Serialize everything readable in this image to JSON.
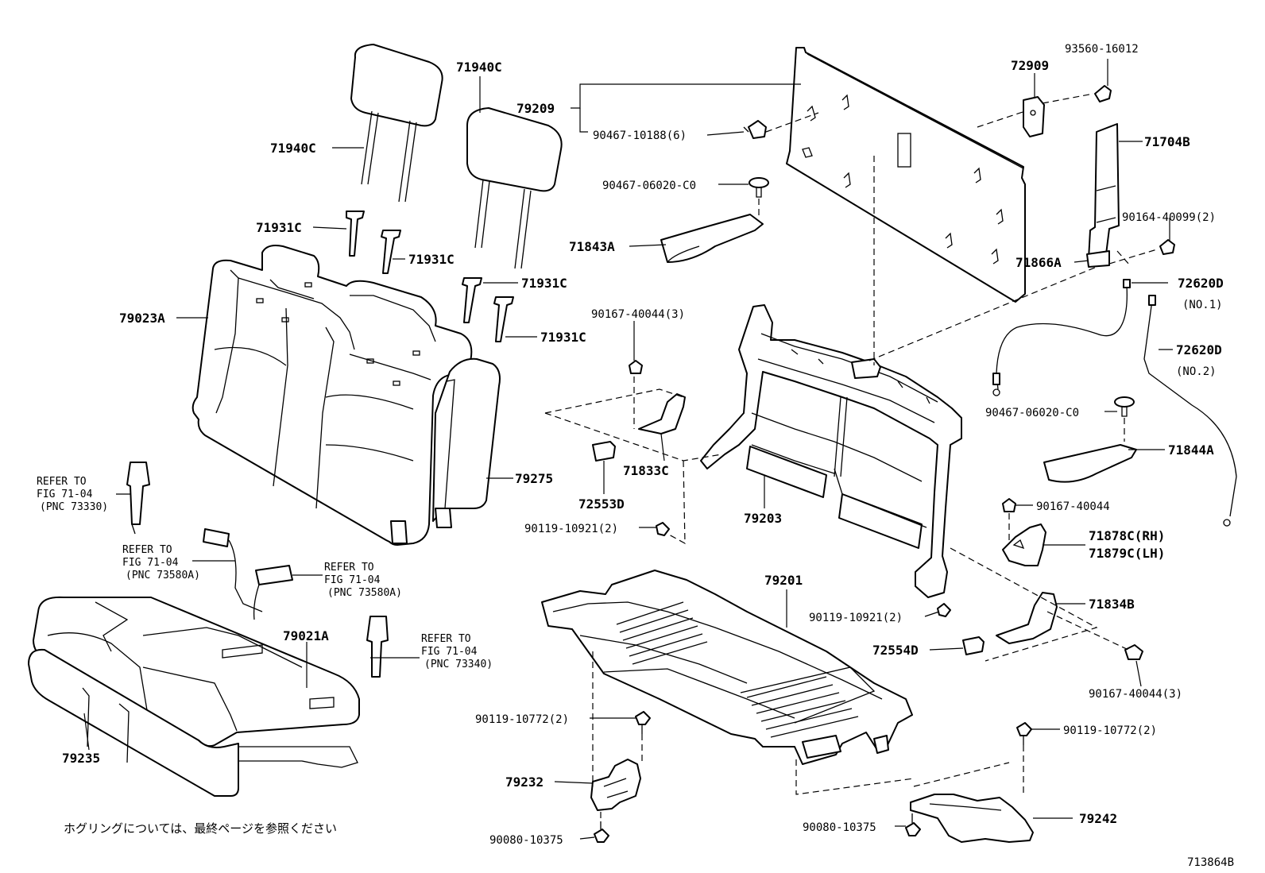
{
  "labels": {
    "p71940C_a": "71940C",
    "p71940C_b": "71940C",
    "p79209": "79209",
    "p90467_10188": "90467-10188(6)",
    "p72909": "72909",
    "p93560_16012": "93560-16012",
    "p71704B": "71704B",
    "p90467_06020_a": "90467-06020-C0",
    "p71843A": "71843A",
    "p90164_40099": "90164-40099(2)",
    "p71866A": "71866A",
    "p72620D_1": "72620D",
    "no1": "(NO.1)",
    "p72620D_2": "72620D",
    "no2": "(NO.2)",
    "p71931C_a": "71931C",
    "p71931C_b": "71931C",
    "p71931C_c": "71931C",
    "p71931C_d": "71931C",
    "p79023A": "79023A",
    "p90167_40044_3a": "90167-40044(3)",
    "p90467_06020_b": "90467-06020-C0",
    "p71844A": "71844A",
    "p71833C": "71833C",
    "p72553D": "72553D",
    "p79275": "79275",
    "p79203": "79203",
    "p90119_10921_a": "90119-10921(2)",
    "p90167_40044": "90167-40044",
    "p71878C": "71878C(RH)",
    "p71879C": "71879C(LH)",
    "p79201": "79201",
    "p90119_10921_b": "90119-10921(2)",
    "p71834B": "71834B",
    "p72554D": "72554D",
    "p90167_40044_3b": "90167-40044(3)",
    "p79021A": "79021A",
    "p90119_10772_a": "90119-10772(2)",
    "p90119_10772_b": "90119-10772(2)",
    "p79232": "79232",
    "p79235": "79235",
    "p79242": "79242",
    "p90080_10375_a": "90080-10375",
    "p90080_10375_b": "90080-10375"
  },
  "refs": {
    "r1_l1": "REFER TO",
    "r1_l2": "FIG 71-04",
    "r1_l3": "(PNC 73330)",
    "r2_l1": "REFER TO",
    "r2_l2": "FIG 71-04",
    "r2_l3": "(PNC 73580A)",
    "r3_l1": "REFER TO",
    "r3_l2": "FIG 71-04",
    "r3_l3": "(PNC 73580A)",
    "r4_l1": "REFER TO",
    "r4_l2": "FIG 71-04",
    "r4_l3": "(PNC 73340)"
  },
  "footer": {
    "note": "ホグリングについては、最終ページを参照ください",
    "figure_id": "713864B"
  }
}
